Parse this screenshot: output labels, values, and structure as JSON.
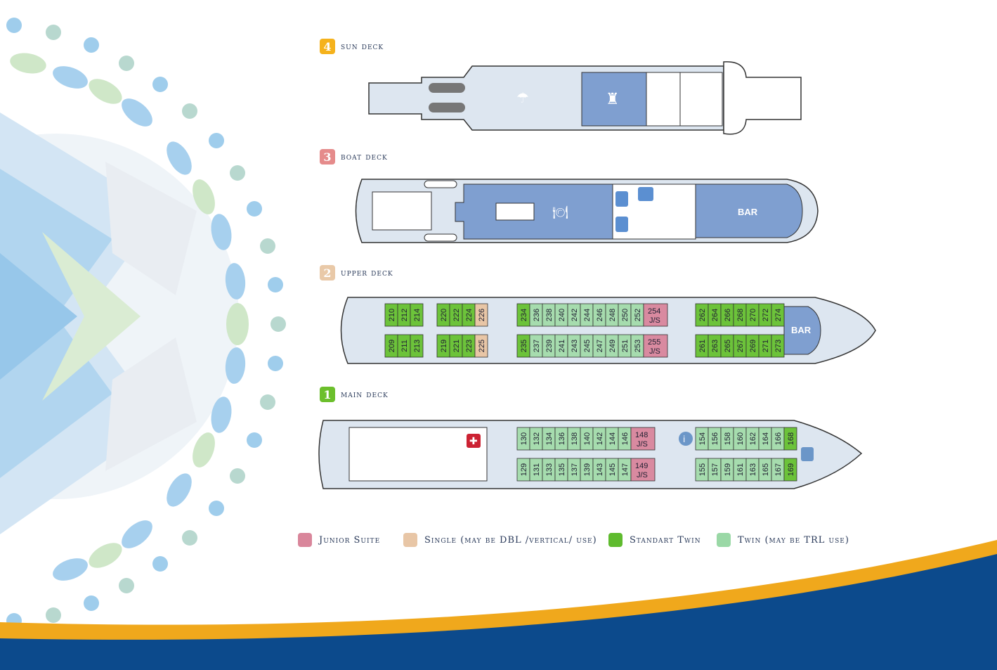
{
  "decks": [
    {
      "number": "4",
      "name": "sun deck",
      "color": "#f5b21c"
    },
    {
      "number": "3",
      "name": "boat deck",
      "color": "#e58b8b"
    },
    {
      "number": "2",
      "name": "upper deck",
      "color": "#e9c9a8"
    },
    {
      "number": "1",
      "name": "main deck",
      "color": "#6cbf2c"
    }
  ],
  "boat_deck": {
    "bar_label": "BAR"
  },
  "upper_deck": {
    "bar_label": "BAR",
    "top_row": [
      "210",
      "212",
      "214",
      "220",
      "222",
      "224",
      "226",
      "234",
      "236",
      "238",
      "240",
      "242",
      "244",
      "246",
      "248",
      "250",
      "252",
      "254",
      "262",
      "264",
      "266",
      "268",
      "270",
      "272",
      "274"
    ],
    "bottom_row": [
      "209",
      "211",
      "213",
      "219",
      "221",
      "223",
      "225",
      "235",
      "237",
      "239",
      "241",
      "243",
      "245",
      "247",
      "249",
      "251",
      "253",
      "255",
      "261",
      "263",
      "265",
      "267",
      "269",
      "271",
      "273"
    ],
    "suite_tag": "J/S"
  },
  "main_deck": {
    "top_row": [
      "130",
      "132",
      "134",
      "136",
      "138",
      "140",
      "142",
      "144",
      "146",
      "148",
      "154",
      "156",
      "158",
      "160",
      "162",
      "164",
      "166",
      "168"
    ],
    "bottom_row": [
      "129",
      "131",
      "133",
      "135",
      "137",
      "139",
      "143",
      "145",
      "147",
      "149",
      "155",
      "157",
      "159",
      "161",
      "163",
      "165",
      "167",
      "169"
    ],
    "suite_tag": "J/S"
  },
  "legend": [
    {
      "label": "Junior Suite",
      "color": "#d9869b"
    },
    {
      "label": "Single (may be DBL /vertical/ use)",
      "color": "#e8c6a6"
    },
    {
      "label": "Standart Twin",
      "color": "#5fbb2e"
    },
    {
      "label": "Twin (may be TRL use)",
      "color": "#9ad8a6"
    }
  ],
  "colors": {
    "hull": "#dde6f0",
    "public": "#7f9fd0",
    "standard": "#6cc33a",
    "twin": "#a6dcae",
    "suite": "#d98aa0",
    "single": "#e8c6a6",
    "blue_band": "#0c4a8c",
    "gold_band": "#f0a81c"
  }
}
